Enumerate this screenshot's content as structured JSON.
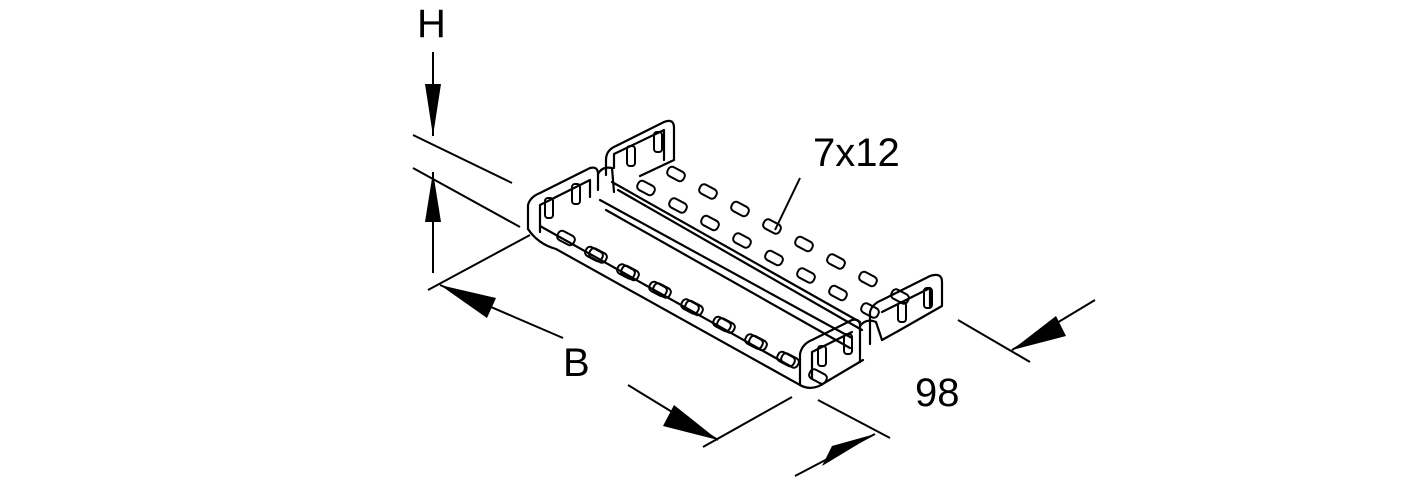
{
  "colors": {
    "background": "#ffffff",
    "line": "#000000"
  },
  "dimensions": {
    "height_label": "H",
    "width_label": "B",
    "length_label": "98",
    "hole_label": "7x12"
  }
}
